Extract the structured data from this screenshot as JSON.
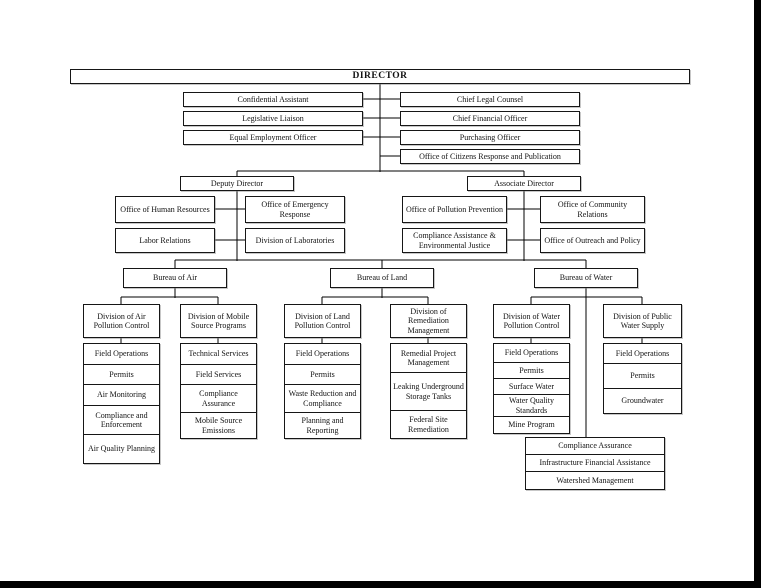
{
  "colors": {
    "page_background": "#ffffff",
    "box_border": "#161616",
    "connector_line": "#000000",
    "scan_edge": "#000000"
  },
  "org": {
    "director": "DIRECTOR",
    "staff_left": [
      "Confidential Assistant",
      "Legislative Liaison",
      "Equal Employment Officer"
    ],
    "staff_right": [
      "Chief Legal Counsel",
      "Chief Financial Officer",
      "Purchasing Officer",
      "Office of Citizens Response and Publication"
    ],
    "deputy": {
      "label": "Deputy Director",
      "offices": [
        "Office of Human Resources",
        "Office of Emergency Response",
        "Labor Relations",
        "Division of Laboratories"
      ]
    },
    "associate": {
      "label": "Associate Director",
      "offices": [
        "Office of Pollution Prevention",
        "Office of Community Relations",
        "Compliance Assistance & Environmental Justice",
        "Office of Outreach and Policy"
      ]
    },
    "bureaus": [
      {
        "label": "Bureau of Air",
        "divisions": [
          {
            "label": "Division of Air Pollution Control",
            "units": [
              "Field Operations",
              "Permits",
              "Air Monitoring",
              "Compliance and Enforcement",
              "Air Quality Planning"
            ]
          },
          {
            "label": "Division of Mobile Source Programs",
            "units": [
              "Technical Services",
              "Field Services",
              "Compliance Assurance",
              "Mobile Source Emissions"
            ]
          }
        ]
      },
      {
        "label": "Bureau of Land",
        "divisions": [
          {
            "label": "Division of Land Pollution Control",
            "units": [
              "Field Operations",
              "Permits",
              "Waste Reduction and Compliance",
              "Planning and Reporting"
            ]
          },
          {
            "label": "Division of Remediation Management",
            "units": [
              "Remedial Project Management",
              "Leaking Underground Storage Tanks",
              "Federal Site Remediation"
            ]
          }
        ]
      },
      {
        "label": "Bureau of Water",
        "divisions": [
          {
            "label": "Division of Water Pollution Control",
            "units": [
              "Field Operations",
              "Permits",
              "Surface Water",
              "Water Quality Standards",
              "Mine Program"
            ]
          },
          {
            "label": "Division of Public Water Supply",
            "units": [
              "Field Operations",
              "Permits",
              "Groundwater"
            ]
          }
        ],
        "extra_units": [
          "Compliance Assurance",
          "Infrastructure Financial Assistance",
          "Watershed Management"
        ]
      }
    ]
  }
}
